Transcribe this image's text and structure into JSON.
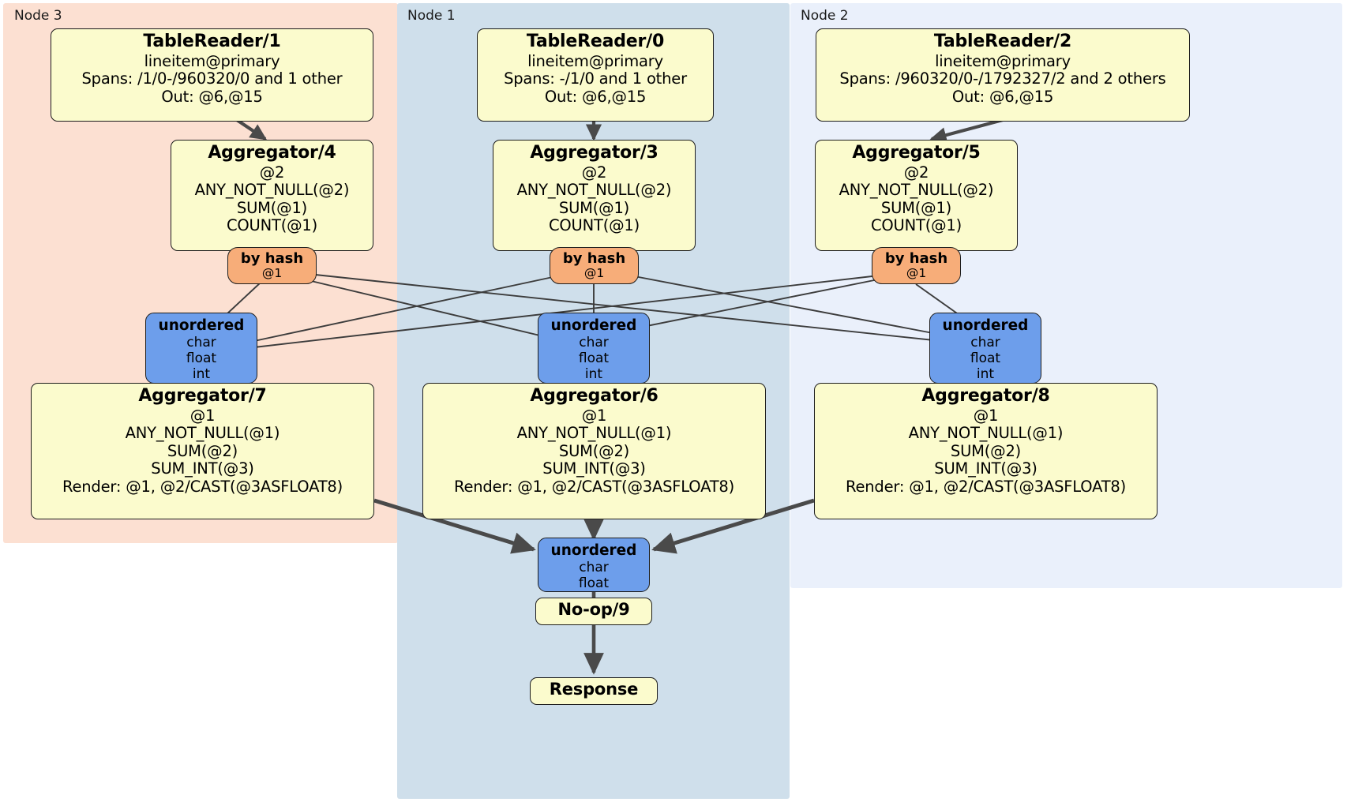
{
  "diagram": {
    "type": "distributed-query-plan",
    "title": "Distributed SQL query plan flow diagram"
  },
  "colors": {
    "node3_panel": "#fce0d2",
    "node1_panel": "#cfdfeb",
    "node2_panel": "#eaf0fb",
    "processor_fill": "#fbfbcd",
    "router_fill": "#f7ad79",
    "sync_fill": "#6d9eeb",
    "stroke": "#1d1d1d",
    "edge": "#4a4a4a",
    "background": "#ffffff"
  },
  "panels": [
    {
      "id": "node3",
      "label": "Node 3"
    },
    {
      "id": "node1",
      "label": "Node 1"
    },
    {
      "id": "node2",
      "label": "Node 2"
    }
  ],
  "processors": {
    "table_reader_1": {
      "title": "TableReader/1",
      "lines": [
        "lineitem@primary",
        "Spans: /1/0-/960320/0 and 1 other",
        "Out: @6,@15"
      ]
    },
    "table_reader_0": {
      "title": "TableReader/0",
      "lines": [
        "lineitem@primary",
        "Spans: -/1/0 and 1 other",
        "Out: @6,@15"
      ]
    },
    "table_reader_2": {
      "title": "TableReader/2",
      "lines": [
        "lineitem@primary",
        "Spans: /960320/0-/1792327/2 and 2 others",
        "Out: @6,@15"
      ]
    },
    "aggregator_4": {
      "title": "Aggregator/4",
      "lines": [
        "@2",
        "ANY_NOT_NULL(@2)",
        "SUM(@1)",
        "COUNT(@1)"
      ]
    },
    "aggregator_3": {
      "title": "Aggregator/3",
      "lines": [
        "@2",
        "ANY_NOT_NULL(@2)",
        "SUM(@1)",
        "COUNT(@1)"
      ]
    },
    "aggregator_5": {
      "title": "Aggregator/5",
      "lines": [
        "@2",
        "ANY_NOT_NULL(@2)",
        "SUM(@1)",
        "COUNT(@1)"
      ]
    },
    "aggregator_7": {
      "title": "Aggregator/7",
      "lines": [
        "@1",
        "ANY_NOT_NULL(@1)",
        "SUM(@2)",
        "SUM_INT(@3)",
        "Render: @1, @2/CAST(@3ASFLOAT8)"
      ]
    },
    "aggregator_6": {
      "title": "Aggregator/6",
      "lines": [
        "@1",
        "ANY_NOT_NULL(@1)",
        "SUM(@2)",
        "SUM_INT(@3)",
        "Render: @1, @2/CAST(@3ASFLOAT8)"
      ]
    },
    "aggregator_8": {
      "title": "Aggregator/8",
      "lines": [
        "@1",
        "ANY_NOT_NULL(@1)",
        "SUM(@2)",
        "SUM_INT(@3)",
        "Render: @1, @2/CAST(@3ASFLOAT8)"
      ]
    },
    "noop_9": {
      "title": "No-op/9",
      "lines": []
    },
    "response": {
      "title": "Response",
      "lines": []
    }
  },
  "routers": {
    "by_hash_left": {
      "title": "by hash",
      "lines": [
        "@1"
      ]
    },
    "by_hash_center": {
      "title": "by hash",
      "lines": [
        "@1"
      ]
    },
    "by_hash_right": {
      "title": "by hash",
      "lines": [
        "@1"
      ]
    }
  },
  "synchronizers": {
    "sync_left": {
      "title": "unordered",
      "lines": [
        "char",
        "float",
        "int"
      ]
    },
    "sync_center": {
      "title": "unordered",
      "lines": [
        "char",
        "float",
        "int"
      ]
    },
    "sync_right": {
      "title": "unordered",
      "lines": [
        "char",
        "float",
        "int"
      ]
    },
    "sync_final": {
      "title": "unordered",
      "lines": [
        "char",
        "float"
      ]
    }
  }
}
